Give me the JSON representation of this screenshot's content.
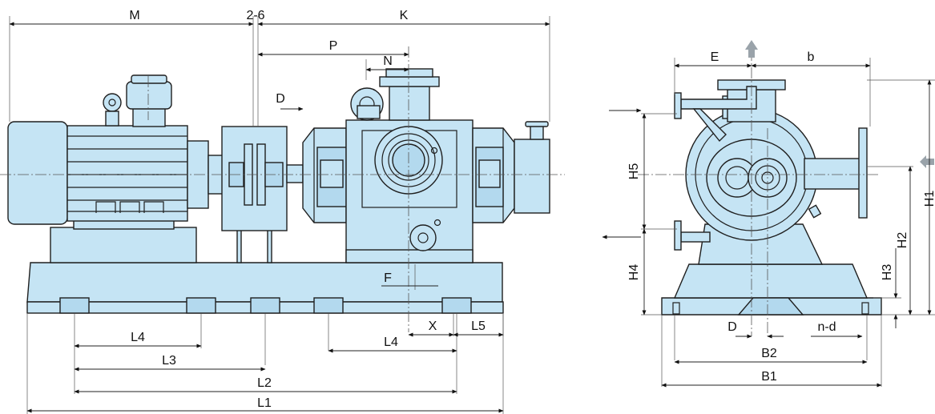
{
  "labels": {
    "M": "M",
    "two_six": "2-6",
    "K": "K",
    "P": "P",
    "N": "N",
    "D_arrow": "D",
    "F": "F",
    "X": "X",
    "L5": "L5",
    "L4_left": "L4",
    "L4_right": "L4",
    "L3": "L3",
    "L2": "L2",
    "L1": "L1",
    "E": "E",
    "b": "b",
    "H5": "H5",
    "H4": "H4",
    "H1": "H1",
    "H2": "H2",
    "H3": "H3",
    "D_bottom": "D",
    "n_d": "n-d",
    "B2": "B2",
    "B1": "B1"
  },
  "colors": {
    "equipment_fill": "#c5e4f4",
    "line": "#1f1f1f",
    "flow_arrow": "#9aa3aa"
  }
}
